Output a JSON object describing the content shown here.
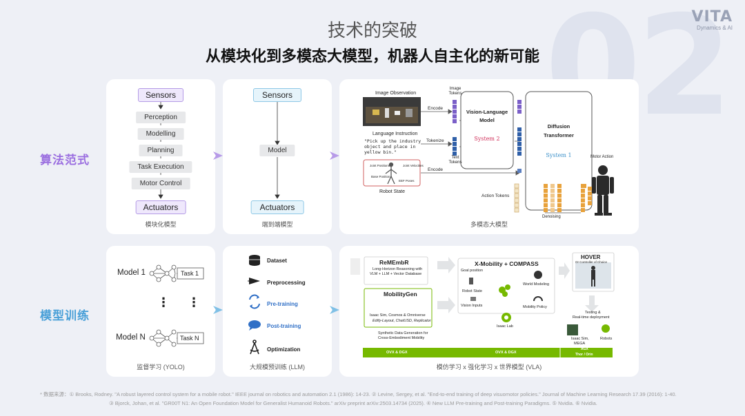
{
  "logo": {
    "wordmark": "VITA",
    "tagline": "Dynamics & AI"
  },
  "bg_number": "02",
  "title": "技术的突破",
  "subtitle": "从模块化到多模态大模型，机器人自主化的新可能",
  "rows": {
    "algorithm_label": "算法范式",
    "training_label": "模型训练"
  },
  "modular": {
    "top": "Sensors",
    "steps": [
      "Perception",
      "Modelling",
      "Planning",
      "Task Execution",
      "Motor Control"
    ],
    "bottom": "Actuators",
    "caption": "模块化模型"
  },
  "end2end": {
    "top": "Sensors",
    "middle": "Model",
    "bottom": "Actuators",
    "caption": "端到端模型"
  },
  "multimodal": {
    "image_obs": "Image Observation",
    "lang_instr": "Language Instruction",
    "prompt": [
      "\"Pick up the industry",
      "object and place in",
      "yellow bin.\""
    ],
    "robot_state": "Robot State",
    "state_labels": [
      "Joint Positions",
      "Joint Velocities",
      "Base Position",
      "EEF Poses"
    ],
    "encode1": "Encode",
    "tokenize": "Tokenize",
    "encode2": "Encode",
    "image_tokens": "Image Tokens",
    "text_tokens": "Text Tokens",
    "vlm_title": "Vision-Language Model",
    "system2": "System 2",
    "dit_title": "Diffusion Transformer",
    "system1": "System 1",
    "action_tokens": "Action Tokens",
    "denoising": "Denoising",
    "motor_action": "Motor Action",
    "caption": "多模态大模型"
  },
  "supervised": {
    "model1": "Model 1",
    "task1": "Task 1",
    "modeln": "Model N",
    "taskn": "Task N",
    "dots": "⋮",
    "caption": "监督学习 (YOLO)"
  },
  "llm": {
    "steps": [
      {
        "label": "Dataset",
        "color": "#222222",
        "icon": "database-icon"
      },
      {
        "label": "Preprocessing",
        "color": "#222222",
        "icon": "funnel-icon"
      },
      {
        "label": "Pre-training",
        "color": "#2f6fc6",
        "icon": "cycle-icon"
      },
      {
        "label": "Post-training",
        "color": "#2f6fc6",
        "icon": "chat-icon"
      },
      {
        "label": "Optimization",
        "color": "#222222",
        "icon": "compass-icon"
      }
    ],
    "caption": "大规模预训练 (LLM)"
  },
  "vla": {
    "remembr_title": "ReMEmbR",
    "remembr_desc": [
      "Long-Horizon Reasoning with",
      "VLM + LLM + Vector Database"
    ],
    "mobilitygen_title": "MobilityGen",
    "mobilitygen_desc": [
      "Isaac Sim, Cosmos & Omniverse",
      "Edify-Layout, ChatUSD, Replicator"
    ],
    "synthetic": [
      "Synthetic Data Generation for",
      "Cross-Embodiment Mobility"
    ],
    "xmobility_title": "X-Mobility + COMPASS",
    "goal": "Goal position",
    "robot_state": "Robot State",
    "vision_inputs": "Vision Inputs",
    "world_modeling": "World Modeling",
    "mobility_policy": "Mobility  Policy",
    "isaac_lab": "Isaac Lab",
    "hover_title": "HOVER",
    "hover_sub": "Or Controller of Choice",
    "testing": [
      "Testing &",
      "Real-time deployment"
    ],
    "isaac_sim_mega": [
      "Isaac Sim,",
      "MEGA"
    ],
    "robots": "Robots",
    "ovx1": "OVX & DGX",
    "ovx2": "OVX & DGX",
    "agx": [
      "AGX",
      "Thor / Orin"
    ],
    "caption": "模仿学习 x 强化学习 x 世界模型 (VLA)"
  },
  "footnotes": [
    "* 数据来源：① Brooks, Rodney. \"A robust layered control system for a mobile robot.\" IEEE journal on robotics and automation 2.1 (1986): 14-23. ② Levine, Sergey, et al. \"End-to-end training of deep visuomotor policies.\" Journal of Machine Learning Research 17.39 (2016): 1-40.",
    "③ Bjorck, Johan, et al. \"GR00T N1: An Open Foundation Model for Generalist Humanoid Robots.\" arXiv preprint arXiv:2503.14734 (2025). ④ New LLM Pre-training and Post-training Paradigms. ⑤ Nvidia. ⑥ Nvidia."
  ],
  "colors": {
    "purple": "#9b6fe0",
    "blue": "#4aa0d8",
    "green": "#76b900"
  }
}
